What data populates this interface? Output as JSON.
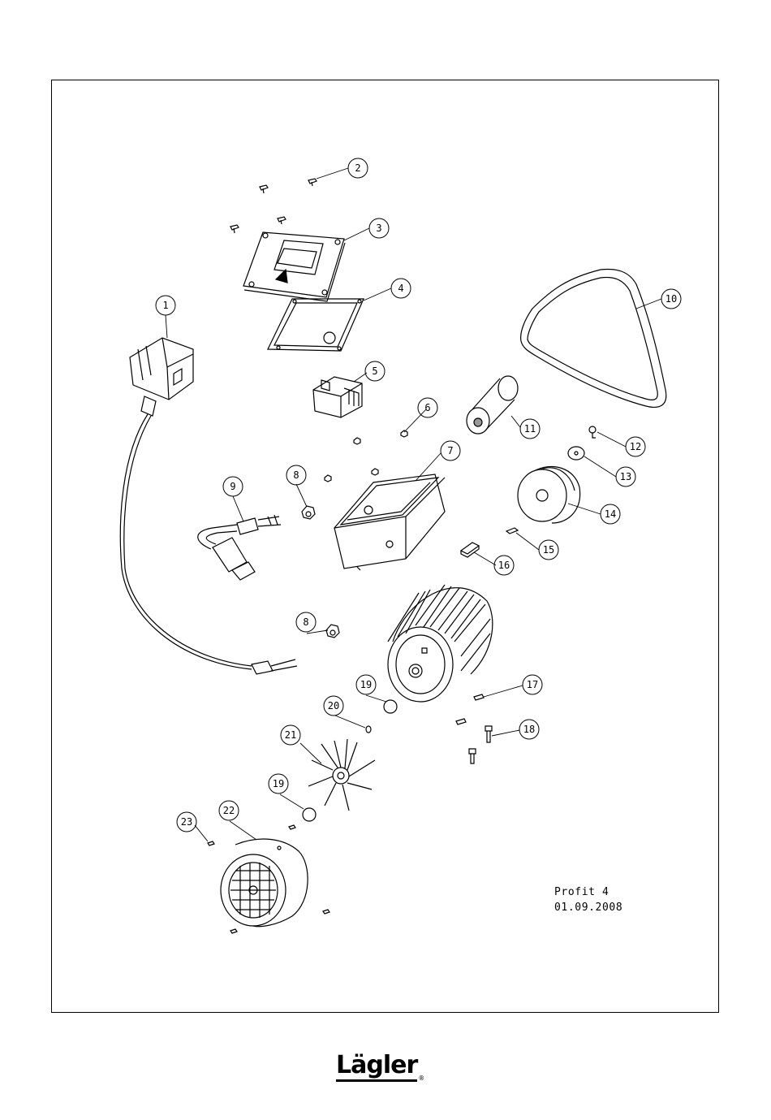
{
  "sheet": {
    "model": "Profit 4",
    "date": "01.09.2008"
  },
  "brand": {
    "name": "Lägler",
    "registered_mark": "®"
  },
  "callouts": [
    {
      "id": "c1",
      "label": "1"
    },
    {
      "id": "c2",
      "label": "2"
    },
    {
      "id": "c3",
      "label": "3"
    },
    {
      "id": "c4",
      "label": "4"
    },
    {
      "id": "c5",
      "label": "5"
    },
    {
      "id": "c6",
      "label": "6"
    },
    {
      "id": "c7",
      "label": "7"
    },
    {
      "id": "c8a",
      "label": "8"
    },
    {
      "id": "c8b",
      "label": "8"
    },
    {
      "id": "c9",
      "label": "9"
    },
    {
      "id": "c10",
      "label": "10"
    },
    {
      "id": "c11",
      "label": "11"
    },
    {
      "id": "c12",
      "label": "12"
    },
    {
      "id": "c13",
      "label": "13"
    },
    {
      "id": "c14",
      "label": "14"
    },
    {
      "id": "c15",
      "label": "15"
    },
    {
      "id": "c16",
      "label": "16"
    },
    {
      "id": "c17",
      "label": "17"
    },
    {
      "id": "c18",
      "label": "18"
    },
    {
      "id": "c19a",
      "label": "19"
    },
    {
      "id": "c19b",
      "label": "19"
    },
    {
      "id": "c20",
      "label": "20"
    },
    {
      "id": "c21",
      "label": "21"
    },
    {
      "id": "c22",
      "label": "22"
    },
    {
      "id": "c23",
      "label": "23"
    }
  ]
}
